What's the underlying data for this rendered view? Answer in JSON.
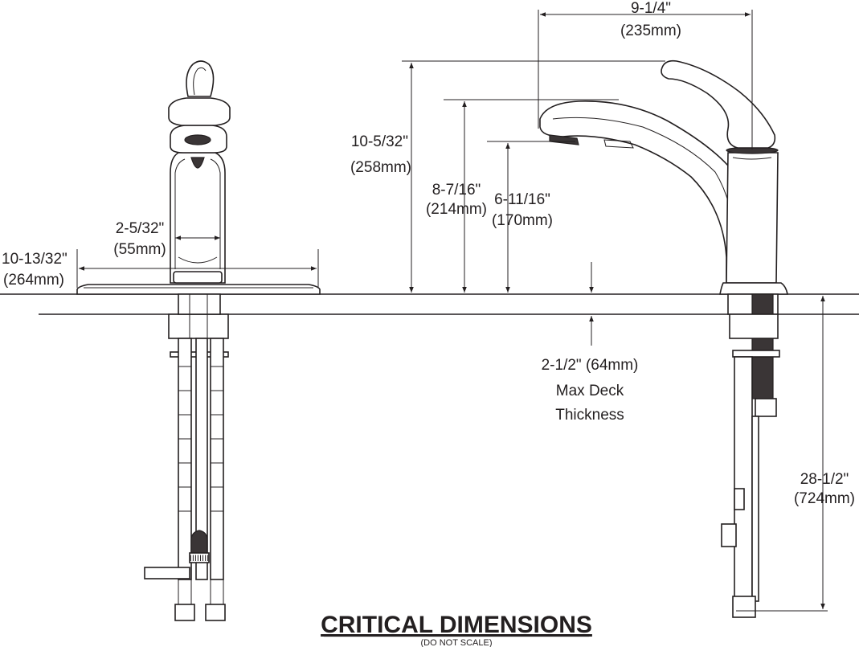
{
  "dimensions": {
    "width_top": {
      "imperial": "9-1/4\"",
      "metric": "(235mm)"
    },
    "overall_height": {
      "imperial": "10-5/32\"",
      "metric": "(258mm)"
    },
    "spout_height": {
      "imperial": "8-7/16\"",
      "metric": "(214mm)"
    },
    "spout_clearance": {
      "imperial": "6-11/16\"",
      "metric": "(170mm)"
    },
    "escutcheon_width": {
      "imperial": "10-13/32\"",
      "metric": "(264mm)"
    },
    "body_width": {
      "imperial": "2-5/32\"",
      "metric": "(55mm)"
    },
    "deck_thickness": {
      "line1": "2-1/2\" (64mm)",
      "line2": "Max Deck",
      "line3": "Thickness"
    },
    "below_deck": {
      "imperial": "28-1/2\"",
      "metric": "(724mm)"
    }
  },
  "footer": {
    "title": "CRITICAL DIMENSIONS",
    "note": "(DO NOT SCALE)"
  },
  "hose_label": "IIIIIIII"
}
